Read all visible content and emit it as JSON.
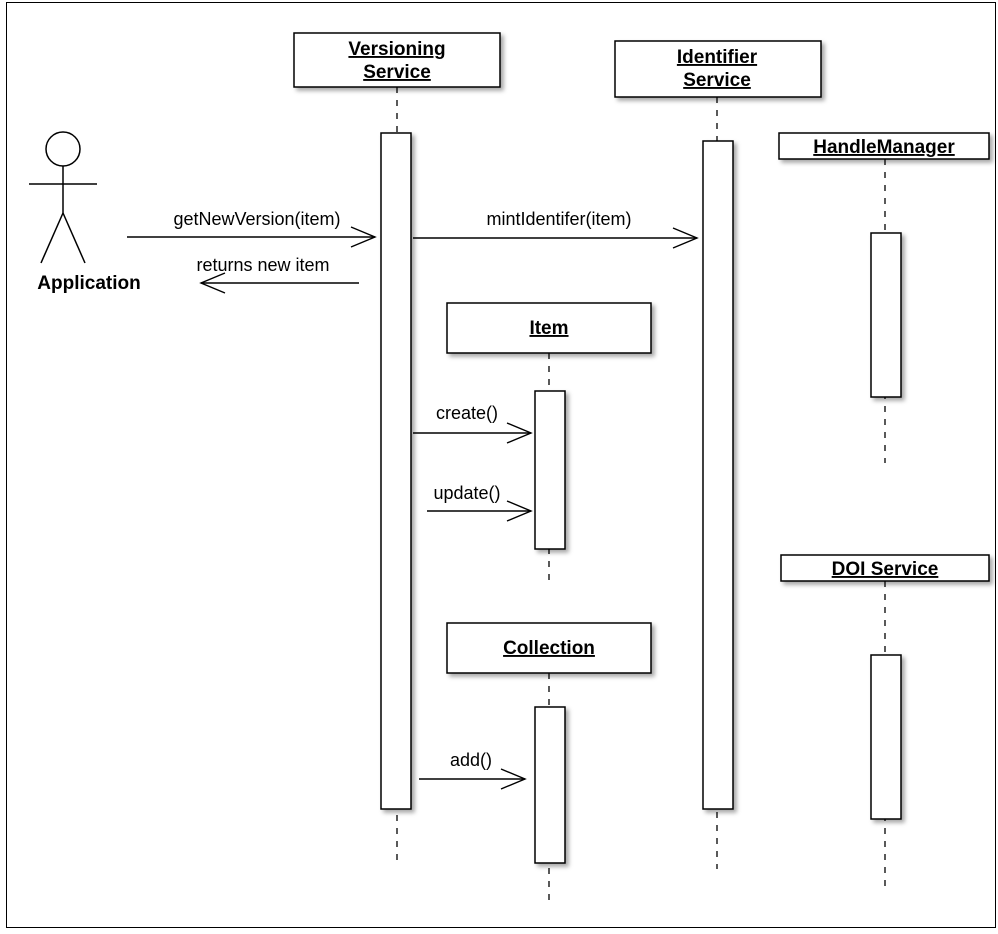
{
  "diagram": {
    "type": "sequence-diagram",
    "actor": {
      "label": "Application"
    },
    "participants": {
      "versioning": {
        "line1": "Versioning",
        "line2": "Service"
      },
      "identifier": {
        "line1": "Identifier",
        "line2": "Service"
      },
      "handle": {
        "label": "HandleManager"
      },
      "item": {
        "label": "Item"
      },
      "collection": {
        "label": "Collection"
      },
      "doi": {
        "label": "DOI Service"
      }
    },
    "messages": {
      "get_new_version": "getNewVersion(item)",
      "returns_new_item": "returns new item",
      "mint_identifier": "mintIdentifer(item)",
      "create": "create()",
      "update": "update()",
      "add": "add()"
    }
  }
}
